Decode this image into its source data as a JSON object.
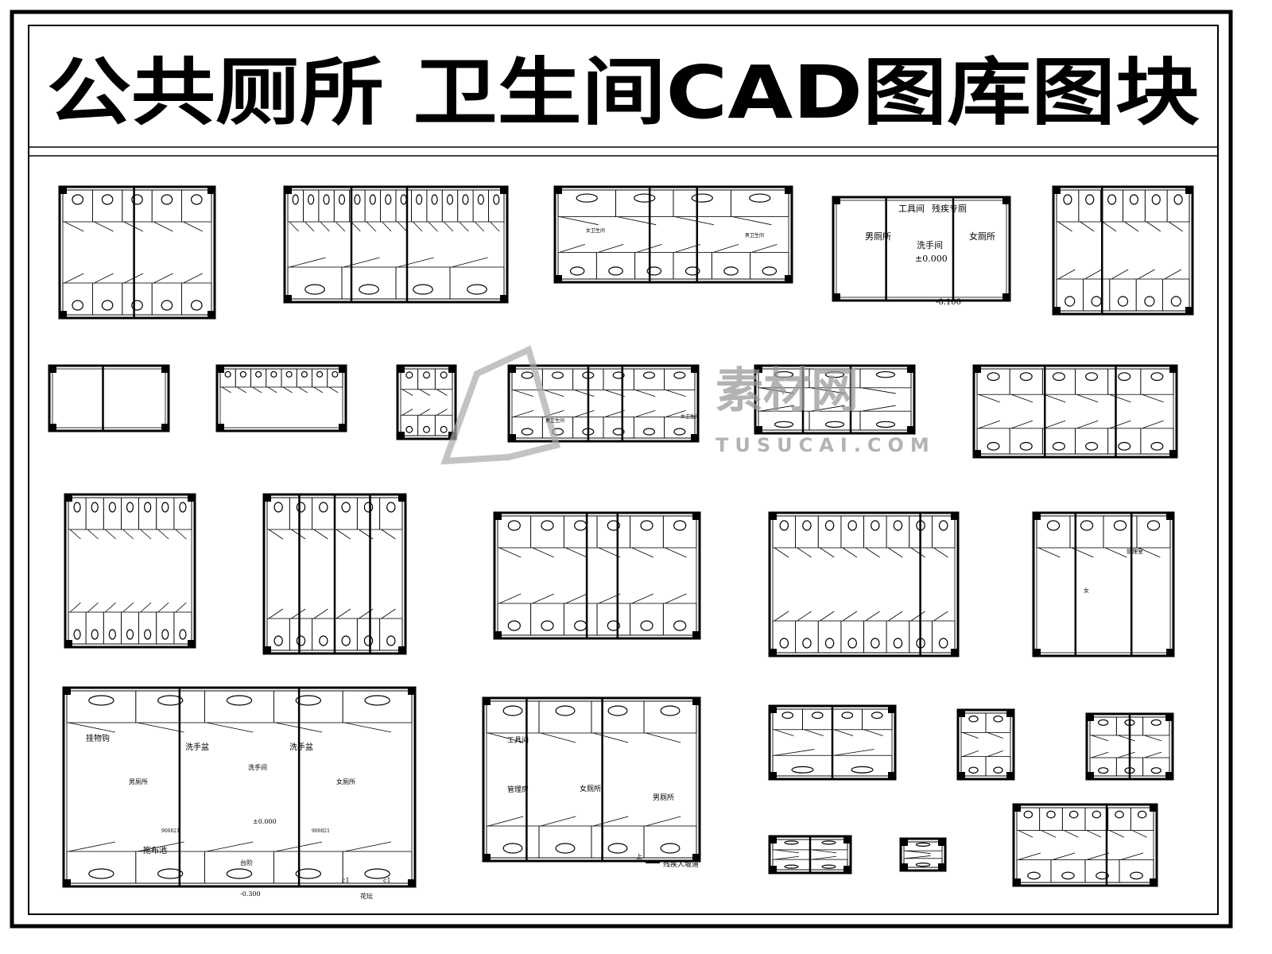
{
  "title": "公共厕所  卫生间CAD图库图块",
  "watermark": {
    "name": "素材网",
    "url": "TUSUCAI.COM"
  },
  "plans": {
    "d": {
      "tool_room": "工具间",
      "accessible_toilet": "残疾专厕",
      "mens": "男厕所",
      "washroom": "洗手间",
      "womens": "女厕所",
      "floor_level": "±0.000",
      "outdoor_level": "-0.100"
    },
    "c": {
      "womens": "女卫生间",
      "mens": "男卫生间"
    },
    "i": {
      "mens": "男卫生间",
      "womens": "女卫生间"
    },
    "p": {
      "management": "管理室",
      "womens": "女"
    },
    "q": {
      "hook": "挂物钩",
      "basin_left": "洗手盆",
      "basin_right": "洗手盆",
      "washroom": "洗手间",
      "mens": "男厕所",
      "womens": "女厕所",
      "floor_level": "±0.000",
      "door_left": "900821",
      "door_right": "900821",
      "mop_sink": "拖布池",
      "steps": "台阶",
      "c1_left": "c1",
      "c1_right": "c1",
      "planter": "花坛",
      "outdoor_level": "-0.300"
    },
    "r": {
      "tool_room": "工具间",
      "management": "管理房",
      "womens": "女厕所",
      "mens": "男厕所",
      "up": "上",
      "ramp": "残疾人坡道"
    }
  }
}
